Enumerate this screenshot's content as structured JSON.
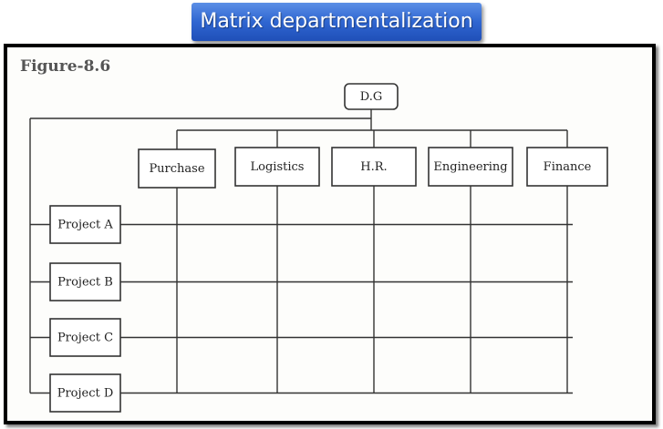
{
  "title": "Matrix departmentalization",
  "figure_label": "Figure-8.6",
  "top_node": "D.G",
  "departments": [
    "Purchase",
    "Logistics",
    "H.R.",
    "Engineering",
    "Finance"
  ],
  "projects": [
    "Project A",
    "Project B",
    "Project C",
    "Project D"
  ],
  "colors": {
    "banner": "#2f66d1",
    "line": "#333333",
    "frame": "#000000"
  }
}
